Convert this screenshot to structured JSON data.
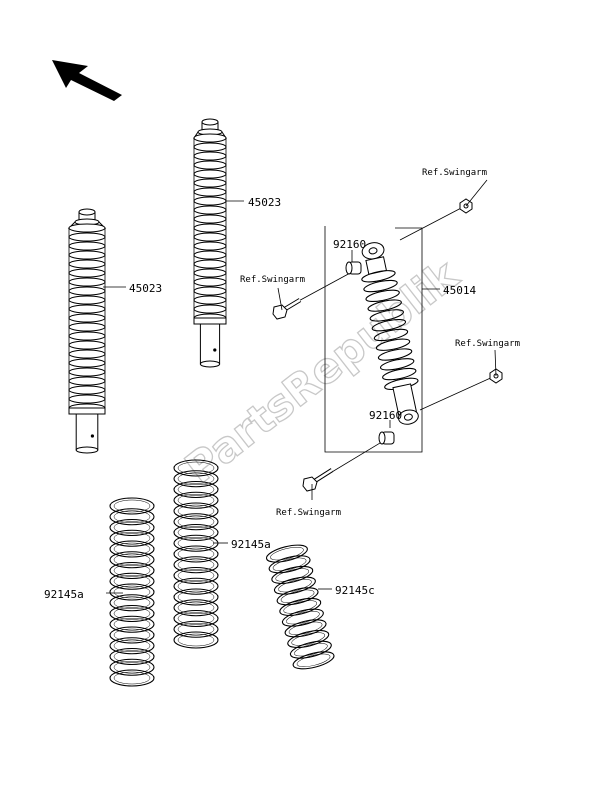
{
  "watermark": "PartsRepublik",
  "labels": {
    "boot_left": "45023",
    "boot_center": "45023",
    "shock_absorber": "45014",
    "collar_top": "92160",
    "collar_bottom": "92160",
    "spring_left": "92145a",
    "spring_center": "92145a",
    "spring_right": "92145c",
    "ref_top_right": "Ref.Swingarm",
    "ref_top_left": "Ref.Swingarm",
    "ref_mid_right": "Ref.Swingarm",
    "ref_bottom": "Ref.Swingarm"
  },
  "icons": {
    "front_direction": "arrow-up-left-icon"
  }
}
